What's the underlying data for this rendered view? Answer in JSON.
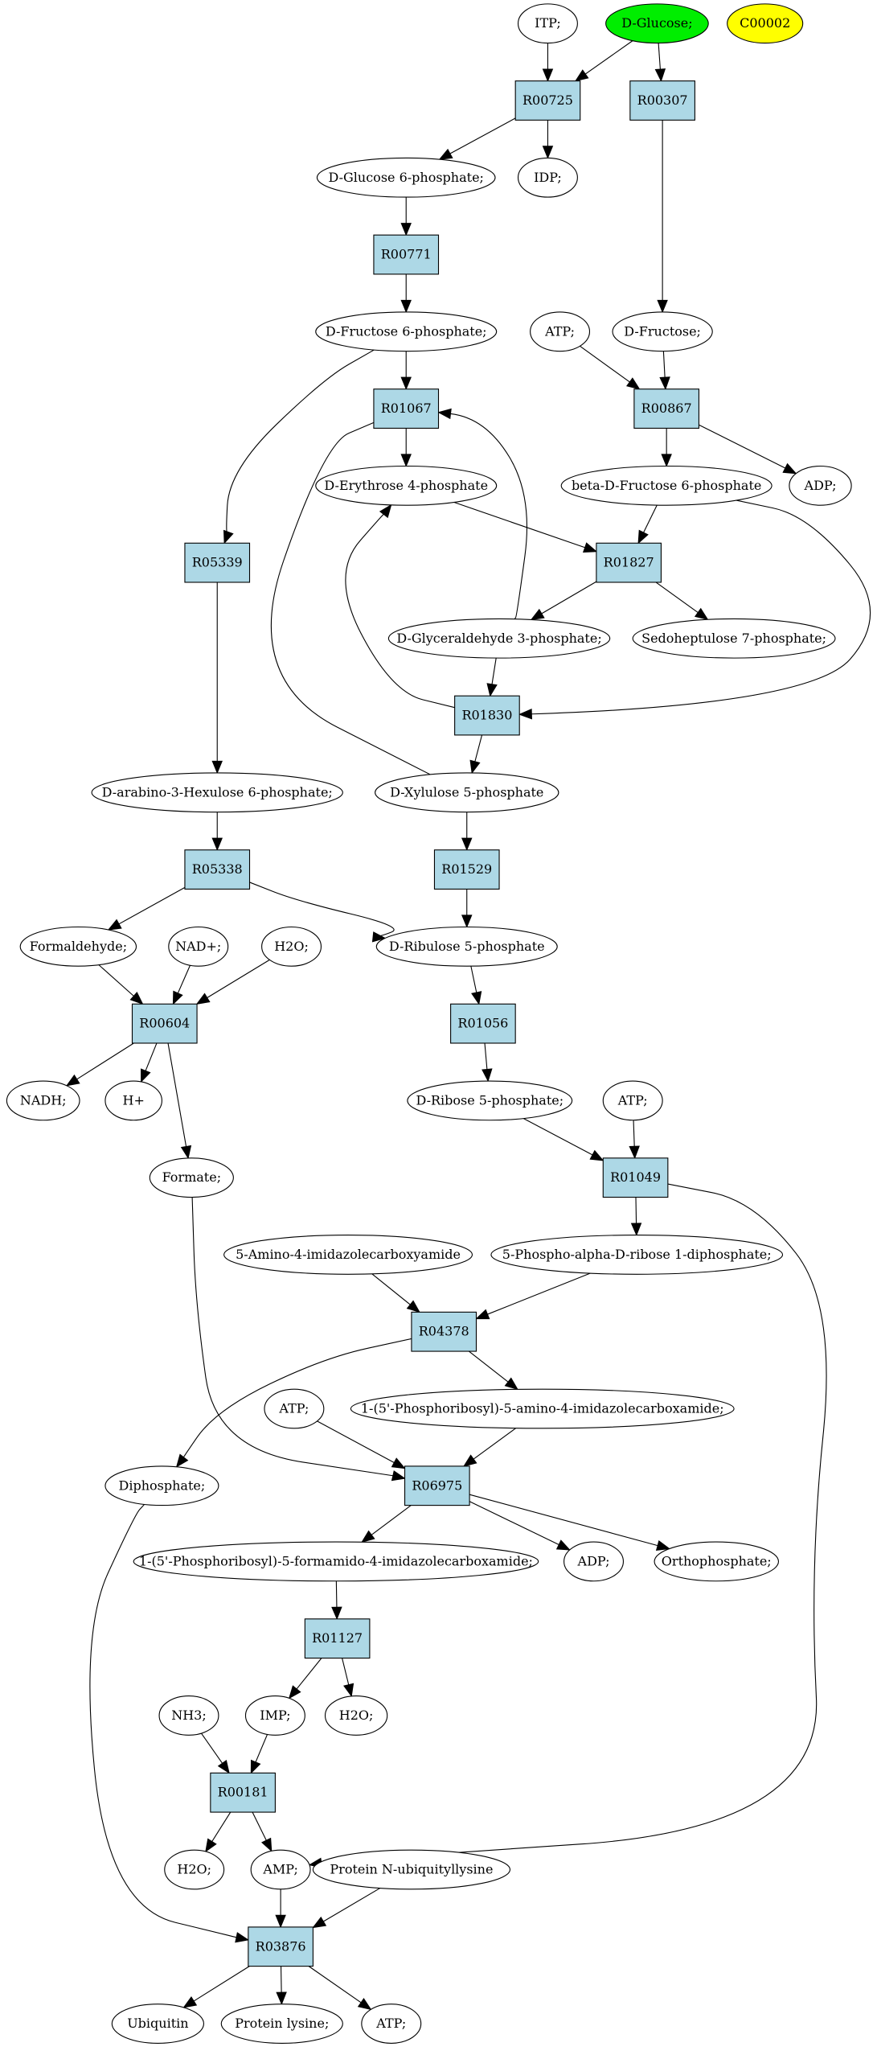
{
  "colors": {
    "reaction_fill": "#add8e6",
    "compound_fill": "#ffffff",
    "source_fill": "#00ee00",
    "marker_fill": "#ffff00"
  },
  "compounds": [
    {
      "id": "itp",
      "label": "ITP;",
      "fill": "#ffffff"
    },
    {
      "id": "glc",
      "label": "D-Glucose;",
      "fill": "#00ee00"
    },
    {
      "id": "c2",
      "label": "C00002",
      "fill": "#ffff00"
    },
    {
      "id": "g6p",
      "label": "D-Glucose 6-phosphate;",
      "fill": "#ffffff"
    },
    {
      "id": "idp",
      "label": "IDP;",
      "fill": "#ffffff"
    },
    {
      "id": "f6p",
      "label": "D-Fructose 6-phosphate;",
      "fill": "#ffffff"
    },
    {
      "id": "atp1",
      "label": "ATP;",
      "fill": "#ffffff"
    },
    {
      "id": "fru",
      "label": "D-Fructose;",
      "fill": "#ffffff"
    },
    {
      "id": "e4p",
      "label": "D-Erythrose 4-phosphate",
      "fill": "#ffffff"
    },
    {
      "id": "bf6p",
      "label": "beta-D-Fructose 6-phosphate",
      "fill": "#ffffff"
    },
    {
      "id": "adp1",
      "label": "ADP;",
      "fill": "#ffffff"
    },
    {
      "id": "ga3p",
      "label": "D-Glyceraldehyde 3-phosphate;",
      "fill": "#ffffff"
    },
    {
      "id": "s7p",
      "label": "Sedoheptulose 7-phosphate;",
      "fill": "#ffffff"
    },
    {
      "id": "hu6p",
      "label": "D-arabino-3-Hexulose 6-phosphate;",
      "fill": "#ffffff"
    },
    {
      "id": "xu5p",
      "label": "D-Xylulose 5-phosphate",
      "fill": "#ffffff"
    },
    {
      "id": "hcho",
      "label": "Formaldehyde;",
      "fill": "#ffffff"
    },
    {
      "id": "nad",
      "label": "NAD+;",
      "fill": "#ffffff"
    },
    {
      "id": "h2o1",
      "label": "H2O;",
      "fill": "#ffffff"
    },
    {
      "id": "ru5p",
      "label": "D-Ribulose 5-phosphate",
      "fill": "#ffffff"
    },
    {
      "id": "nadh",
      "label": "NADH;",
      "fill": "#ffffff"
    },
    {
      "id": "hplus",
      "label": "H+",
      "fill": "#ffffff"
    },
    {
      "id": "r5p",
      "label": "D-Ribose 5-phosphate;",
      "fill": "#ffffff"
    },
    {
      "id": "atp2",
      "label": "ATP;",
      "fill": "#ffffff"
    },
    {
      "id": "formate",
      "label": "Formate;",
      "fill": "#ffffff"
    },
    {
      "id": "aica",
      "label": "5-Amino-4-imidazolecarboxyamide",
      "fill": "#ffffff"
    },
    {
      "id": "prpp",
      "label": "5-Phospho-alpha-D-ribose 1-diphosphate;",
      "fill": "#ffffff"
    },
    {
      "id": "atp3",
      "label": "ATP;",
      "fill": "#ffffff"
    },
    {
      "id": "aicar",
      "label": "1-(5'-Phosphoribosyl)-5-amino-4-imidazolecarboxamide;",
      "fill": "#ffffff"
    },
    {
      "id": "ppi",
      "label": "Diphosphate;",
      "fill": "#ffffff"
    },
    {
      "id": "faicar",
      "label": "1-(5'-Phosphoribosyl)-5-formamido-4-imidazolecarboxamide;",
      "fill": "#ffffff"
    },
    {
      "id": "adp2",
      "label": "ADP;",
      "fill": "#ffffff"
    },
    {
      "id": "pi",
      "label": "Orthophosphate;",
      "fill": "#ffffff"
    },
    {
      "id": "nh3",
      "label": "NH3;",
      "fill": "#ffffff"
    },
    {
      "id": "imp",
      "label": "IMP;",
      "fill": "#ffffff"
    },
    {
      "id": "h2o2",
      "label": "H2O;",
      "fill": "#ffffff"
    },
    {
      "id": "h2o3",
      "label": "H2O;",
      "fill": "#ffffff"
    },
    {
      "id": "amp",
      "label": "AMP;",
      "fill": "#ffffff"
    },
    {
      "id": "pnub",
      "label": "Protein N-ubiquityllysine",
      "fill": "#ffffff"
    },
    {
      "id": "ubq",
      "label": "Ubiquitin",
      "fill": "#ffffff"
    },
    {
      "id": "plys",
      "label": "Protein lysine;",
      "fill": "#ffffff"
    },
    {
      "id": "atp4",
      "label": "ATP;",
      "fill": "#ffffff"
    }
  ],
  "reactions": [
    {
      "id": "R00725",
      "label": "R00725"
    },
    {
      "id": "R00307",
      "label": "R00307"
    },
    {
      "id": "R00771",
      "label": "R00771"
    },
    {
      "id": "R01067",
      "label": "R01067"
    },
    {
      "id": "R00867",
      "label": "R00867"
    },
    {
      "id": "R05339",
      "label": "R05339"
    },
    {
      "id": "R01827",
      "label": "R01827"
    },
    {
      "id": "R01830",
      "label": "R01830"
    },
    {
      "id": "R05338",
      "label": "R05338"
    },
    {
      "id": "R01529",
      "label": "R01529"
    },
    {
      "id": "R00604",
      "label": "R00604"
    },
    {
      "id": "R01056",
      "label": "R01056"
    },
    {
      "id": "R01049",
      "label": "R01049"
    },
    {
      "id": "R04378",
      "label": "R04378"
    },
    {
      "id": "R06975",
      "label": "R06975"
    },
    {
      "id": "R01127",
      "label": "R01127"
    },
    {
      "id": "R00181",
      "label": "R00181"
    },
    {
      "id": "R03876",
      "label": "R03876"
    }
  ],
  "edges": [
    [
      "itp",
      "R00725"
    ],
    [
      "glc",
      "R00725"
    ],
    [
      "glc",
      "R00307"
    ],
    [
      "R00725",
      "g6p"
    ],
    [
      "R00725",
      "idp"
    ],
    [
      "g6p",
      "R00771"
    ],
    [
      "R00771",
      "f6p"
    ],
    [
      "R00307",
      "fru"
    ],
    [
      "f6p",
      "R01067"
    ],
    [
      "f6p",
      "R05339"
    ],
    [
      "atp1",
      "R00867"
    ],
    [
      "fru",
      "R00867"
    ],
    [
      "R01067",
      "e4p"
    ],
    [
      "R01067",
      "xu5p"
    ],
    [
      "R00867",
      "bf6p"
    ],
    [
      "R00867",
      "adp1"
    ],
    [
      "e4p",
      "R01827"
    ],
    [
      "bf6p",
      "R01827"
    ],
    [
      "bf6p",
      "R01830"
    ],
    [
      "R01827",
      "ga3p"
    ],
    [
      "R01827",
      "s7p"
    ],
    [
      "ga3p",
      "R01067"
    ],
    [
      "ga3p",
      "R01830"
    ],
    [
      "R01830",
      "e4p"
    ],
    [
      "R01830",
      "xu5p"
    ],
    [
      "R05339",
      "hu6p"
    ],
    [
      "hu6p",
      "R05338"
    ],
    [
      "xu5p",
      "R01529"
    ],
    [
      "R05338",
      "hcho"
    ],
    [
      "R05338",
      "ru5p"
    ],
    [
      "R01529",
      "ru5p"
    ],
    [
      "hcho",
      "R00604"
    ],
    [
      "nad",
      "R00604"
    ],
    [
      "h2o1",
      "R00604"
    ],
    [
      "R00604",
      "nadh"
    ],
    [
      "R00604",
      "hplus"
    ],
    [
      "R00604",
      "formate"
    ],
    [
      "ru5p",
      "R01056"
    ],
    [
      "R01056",
      "r5p"
    ],
    [
      "r5p",
      "R01049"
    ],
    [
      "atp2",
      "R01049"
    ],
    [
      "R01049",
      "prpp"
    ],
    [
      "R01049",
      "amp"
    ],
    [
      "aica",
      "R04378"
    ],
    [
      "prpp",
      "R04378"
    ],
    [
      "R04378",
      "aicar"
    ],
    [
      "R04378",
      "ppi"
    ],
    [
      "atp3",
      "R06975"
    ],
    [
      "aicar",
      "R06975"
    ],
    [
      "formate",
      "R06975"
    ],
    [
      "R06975",
      "faicar"
    ],
    [
      "R06975",
      "adp2"
    ],
    [
      "R06975",
      "pi"
    ],
    [
      "faicar",
      "R01127"
    ],
    [
      "R01127",
      "imp"
    ],
    [
      "R01127",
      "h2o2"
    ],
    [
      "nh3",
      "R00181"
    ],
    [
      "imp",
      "R00181"
    ],
    [
      "R00181",
      "h2o3"
    ],
    [
      "R00181",
      "amp"
    ],
    [
      "amp",
      "R03876"
    ],
    [
      "pnub",
      "R03876"
    ],
    [
      "ppi",
      "R03876"
    ],
    [
      "R03876",
      "ubq"
    ],
    [
      "R03876",
      "plys"
    ],
    [
      "R03876",
      "atp4"
    ]
  ]
}
